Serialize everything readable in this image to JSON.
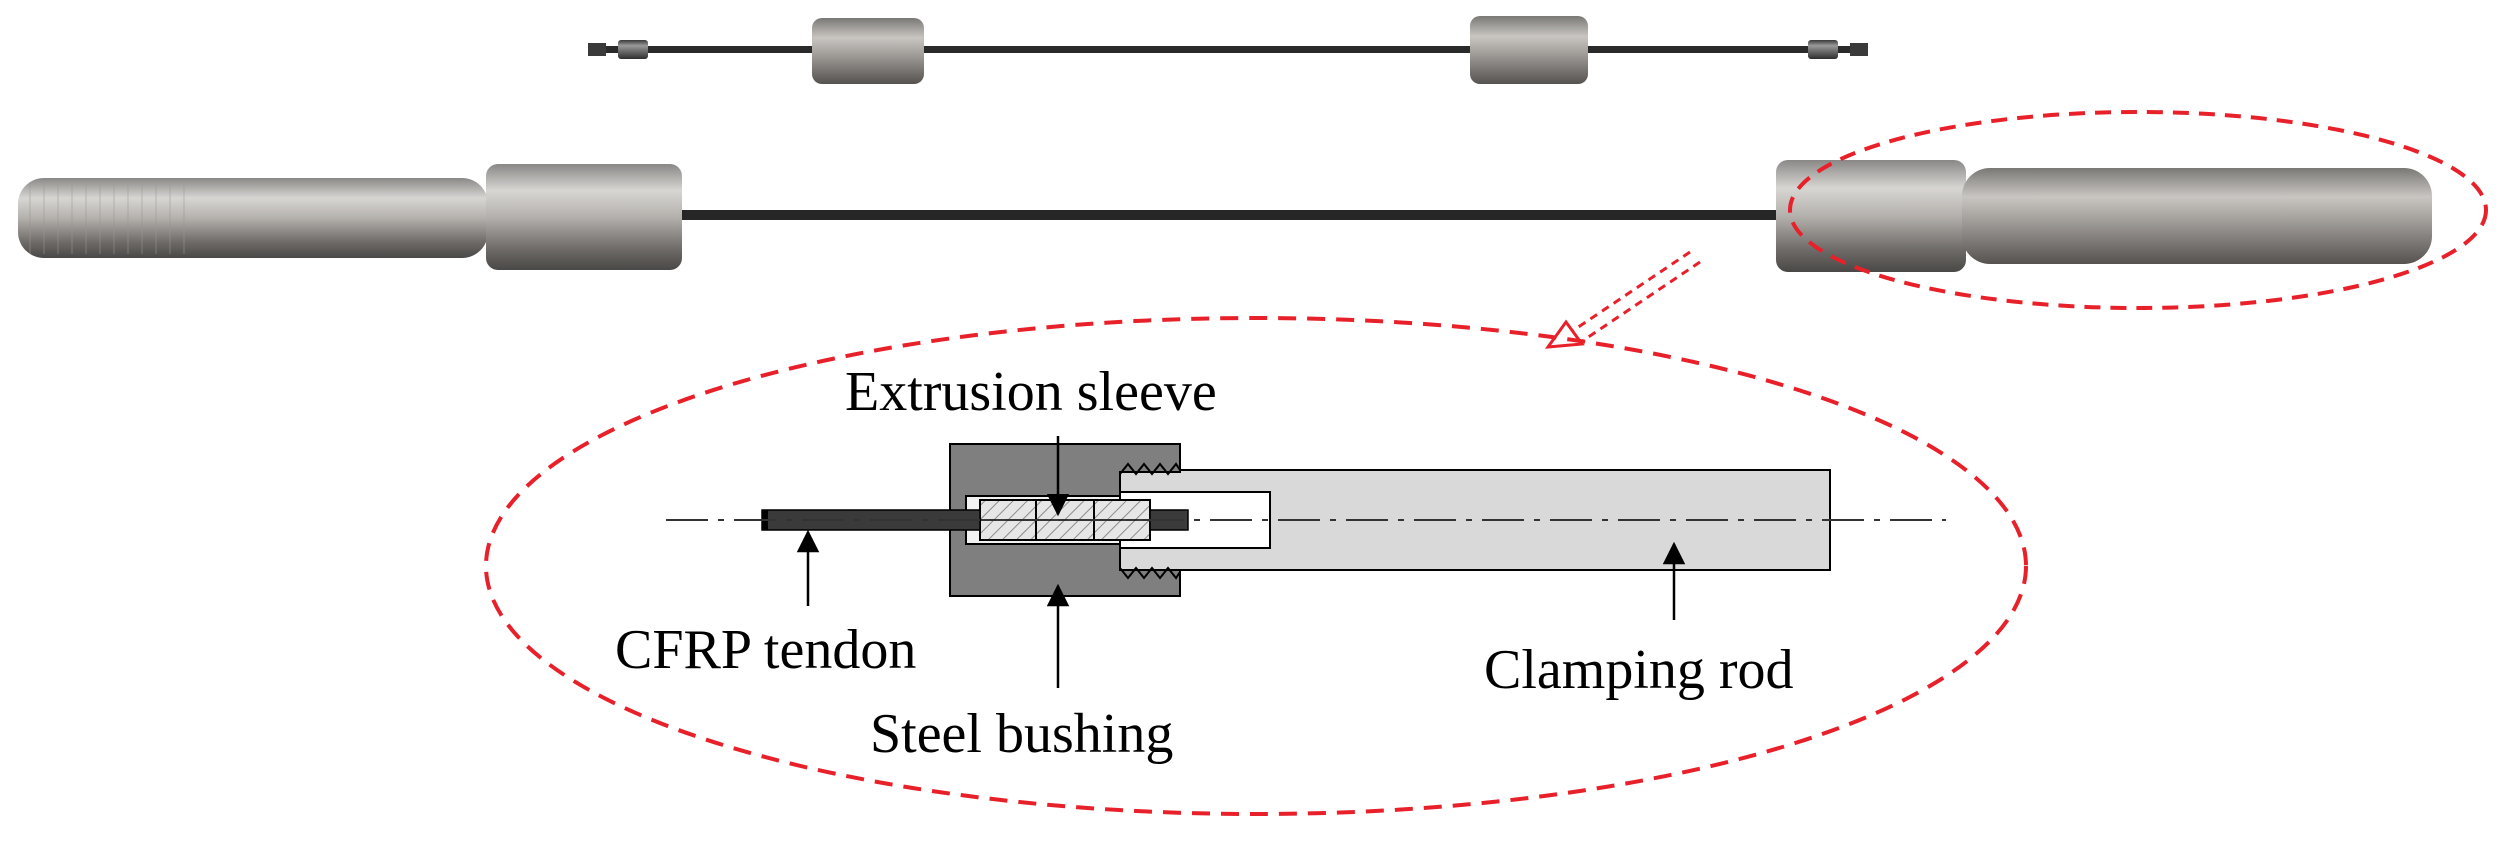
{
  "labels": {
    "extrusion_sleeve": "Extrusion sleeve",
    "cfrp_tendon": "CFRP tendon",
    "steel_bushing": "Steel bushing",
    "clamping_rod": "Clamping rod"
  },
  "colors": {
    "callout_dash": "#e8202a",
    "steel_light": "#b9b9b9",
    "steel_dark": "#5a5a5a",
    "bushing_fill": "#7f7f7f",
    "rod_fill": "#d9d9d9",
    "tendon": "#2b2b2b"
  }
}
